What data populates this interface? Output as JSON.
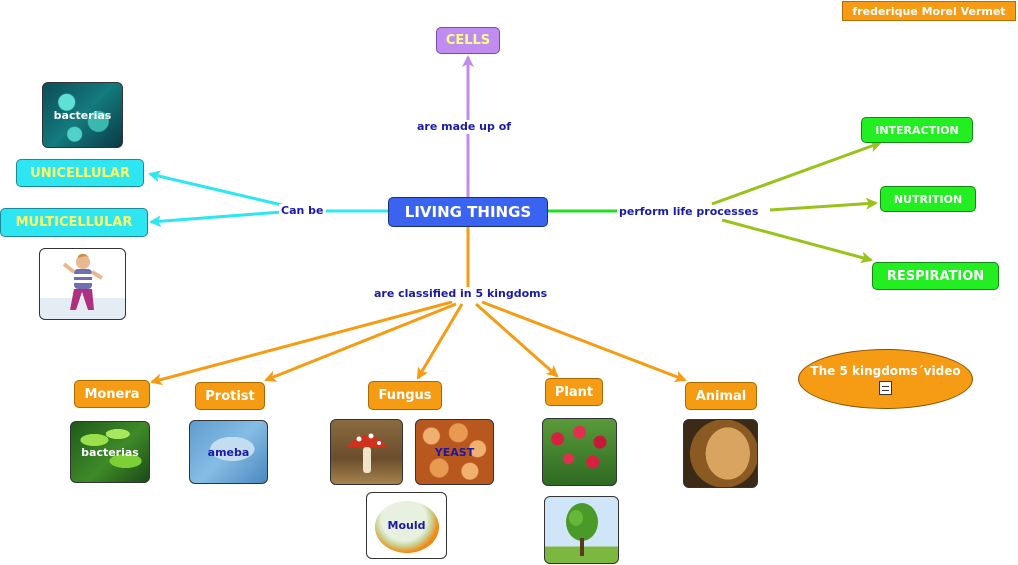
{
  "author": "frederique Morel Vermet",
  "concepts": {
    "center": "LIVING THINGS",
    "cells": "CELLS",
    "unicellular": "UNICELLULAR",
    "multicellular": "MULTICELLULAR",
    "interaction": "INTERACTION",
    "nutrition": "NUTRITION",
    "respiration": "RESPIRATION",
    "monera": "Monera",
    "protist": "Protist",
    "fungus": "Fungus",
    "plant": "Plant",
    "animal": "Animal"
  },
  "link_labels": {
    "made_up_of": "are made up of",
    "can_be": "Can be",
    "life_processes": "perform life processes",
    "classified": "are classified in 5 kingdoms"
  },
  "images": {
    "bacterias_top": "bacterias",
    "bacterias_monera": "bacterias",
    "ameba": "ameba",
    "yeast": "YEAST",
    "mould": "Mould"
  },
  "video": {
    "label": "The 5 kingdoms´video",
    "icon": "document-icon"
  },
  "colors": {
    "center": "#3a64f0",
    "cells": "#c08cf0",
    "cyan": "#2ee6f2",
    "green": "#22ee22",
    "orange": "#f59b14",
    "link_text": "#1a1aa6"
  }
}
